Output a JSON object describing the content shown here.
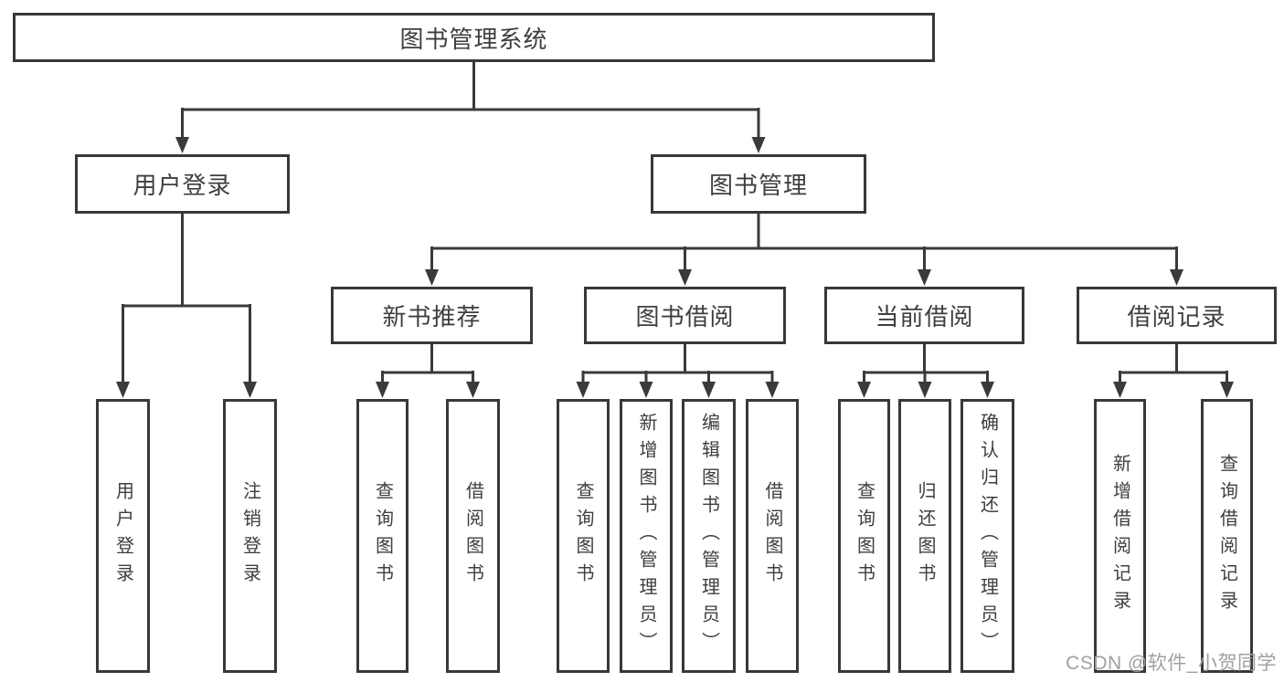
{
  "diagram": {
    "title": "图书管理系统",
    "colors": {
      "line": "#3a3a3a",
      "border": "#383838",
      "text": "#3e3e3e",
      "watermark": "#a0a0a0",
      "background": "#ffffff"
    },
    "tree": {
      "root": {
        "label": "图书管理系统",
        "children": [
          {
            "label": "用户登录",
            "children": [
              {
                "label": "用户登录"
              },
              {
                "label": "注销登录"
              }
            ]
          },
          {
            "label": "图书管理",
            "children": [
              {
                "label": "新书推荐",
                "children": [
                  {
                    "label": "查询图书"
                  },
                  {
                    "label": "借阅图书"
                  }
                ]
              },
              {
                "label": "图书借阅",
                "children": [
                  {
                    "label": "查询图书"
                  },
                  {
                    "label": "新增图书（管理员）"
                  },
                  {
                    "label": "编辑图书（管理员）"
                  },
                  {
                    "label": "借阅图书"
                  }
                ]
              },
              {
                "label": "当前借阅",
                "children": [
                  {
                    "label": "查询图书"
                  },
                  {
                    "label": "归还图书"
                  },
                  {
                    "label": "确认归还（管理员）"
                  }
                ]
              },
              {
                "label": "借阅记录",
                "children": [
                  {
                    "label": "新增借阅记录"
                  },
                  {
                    "label": "查询借阅记录"
                  }
                ]
              }
            ]
          }
        ]
      }
    }
  },
  "watermark": {
    "text": "CSDN @软件_小贺同学"
  }
}
